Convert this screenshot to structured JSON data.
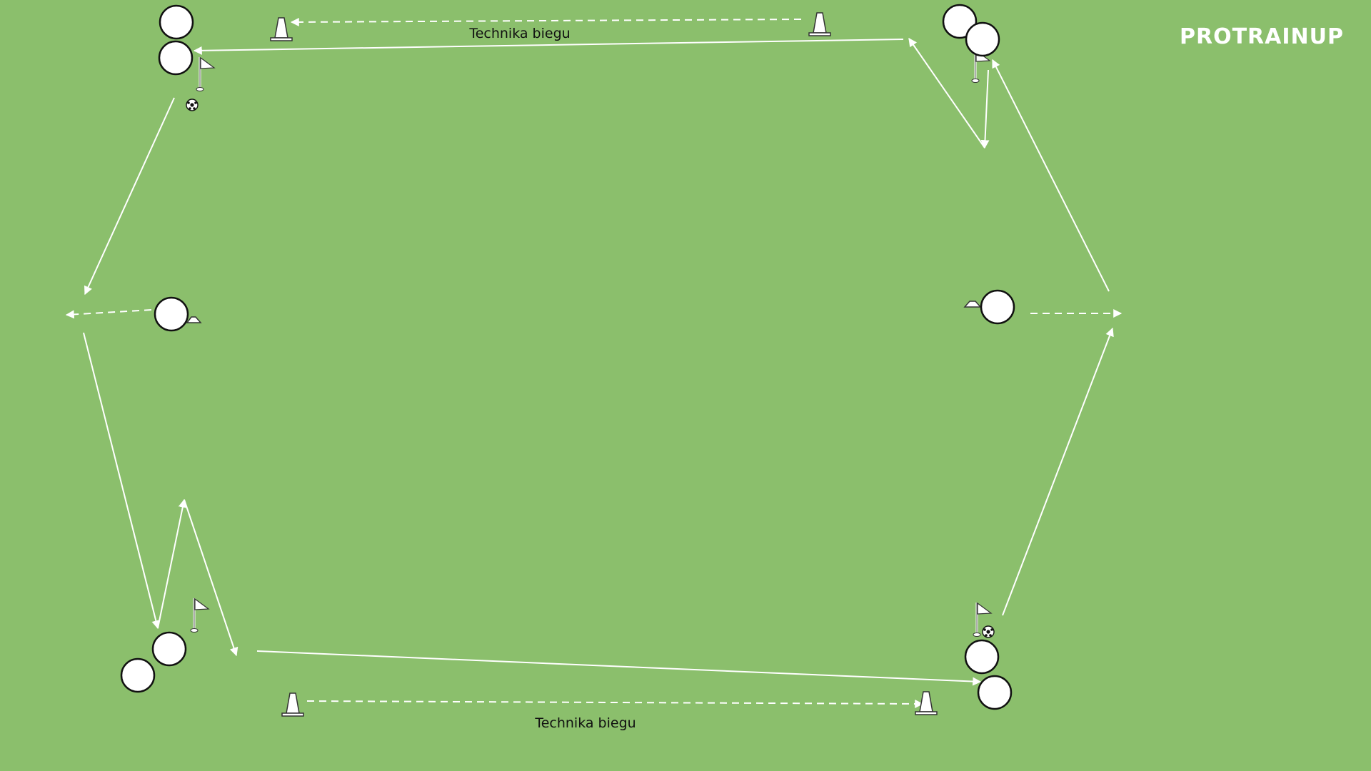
{
  "brand": {
    "logo_text": "PROTRAINUP"
  },
  "labels": {
    "top_station": "Technika biegu",
    "bottom_station": "Technika biegu"
  },
  "colors": {
    "pitch": "#8bbf6c",
    "lines": "#ffffff",
    "player_fill": "#ffffff",
    "player_stroke": "#111111"
  },
  "icons": {
    "player": "player-marker-icon",
    "cone": "cone-icon",
    "flat_marker": "flat-marker-icon",
    "flag": "corner-flag-icon",
    "ball": "soccer-ball-icon"
  }
}
